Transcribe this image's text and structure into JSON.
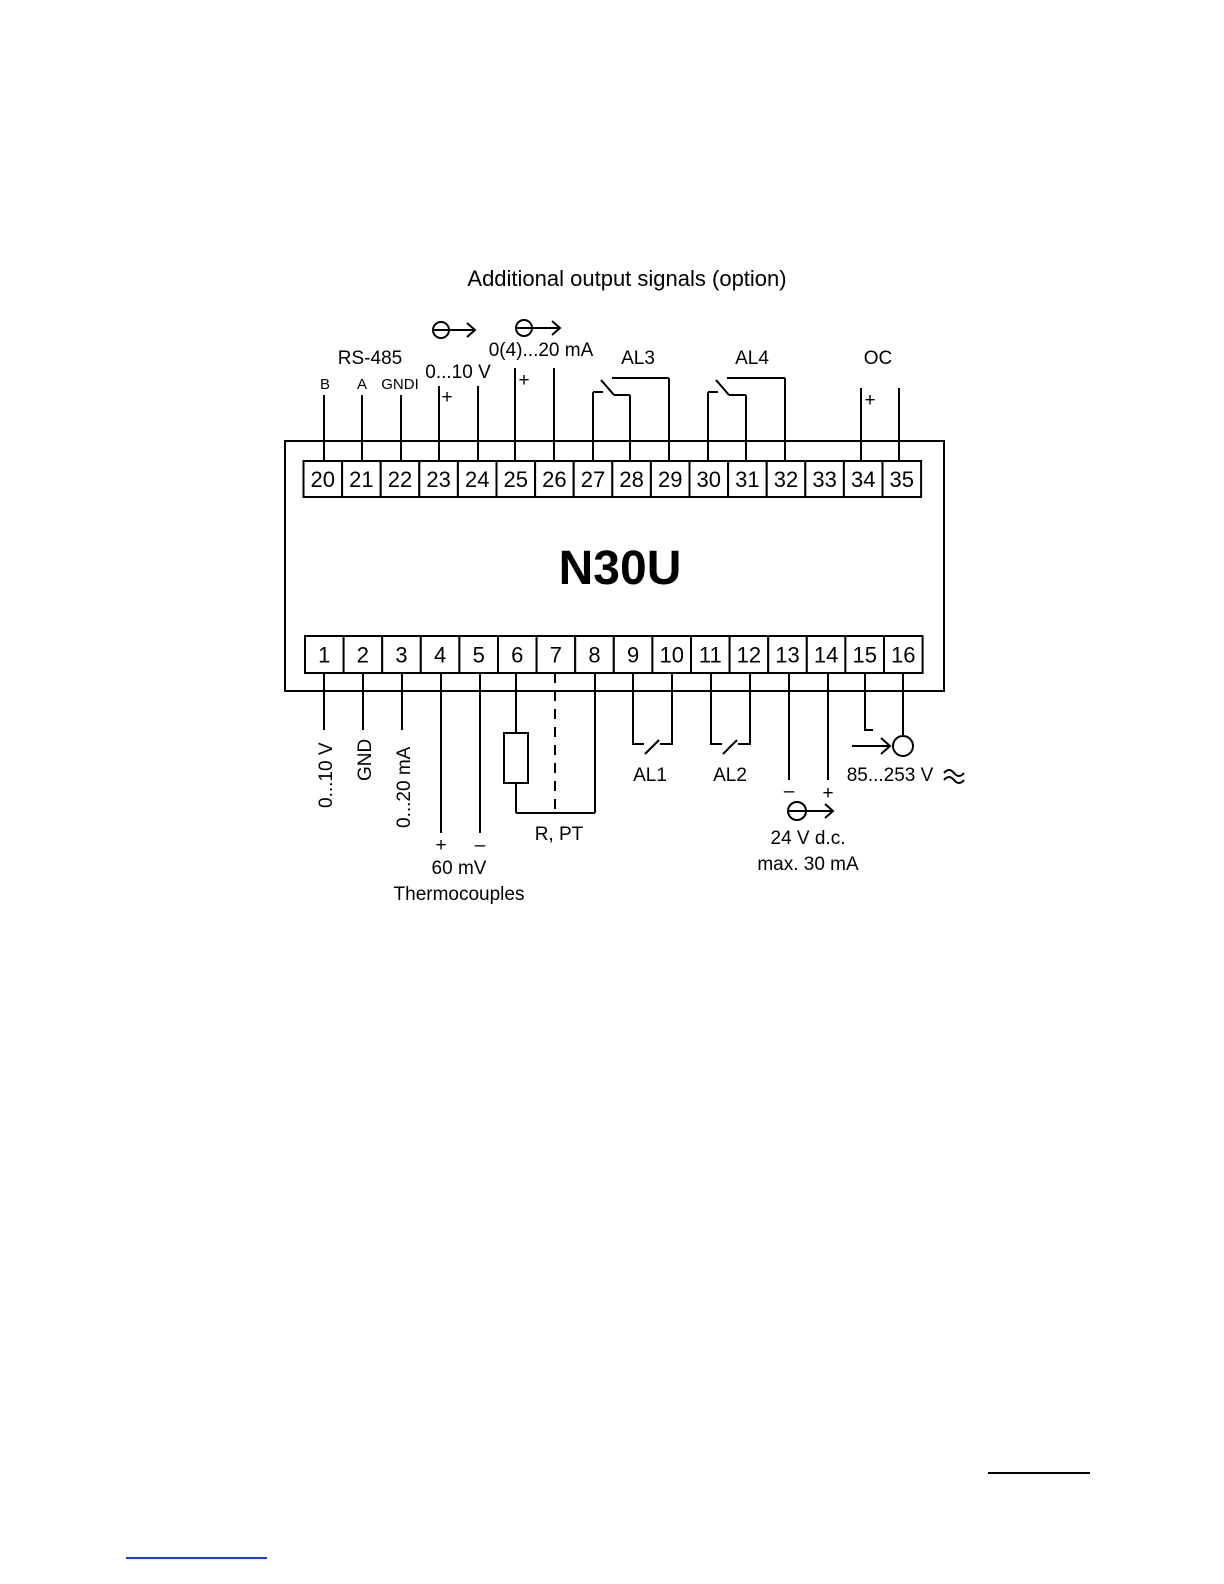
{
  "title": "Additional output signals (option)",
  "model": "N30U",
  "top_terminals": [
    "20",
    "21",
    "22",
    "23",
    "24",
    "25",
    "26",
    "27",
    "28",
    "29",
    "30",
    "31",
    "32",
    "33",
    "34",
    "35"
  ],
  "bottom_terminals": [
    "1",
    "2",
    "3",
    "4",
    "5",
    "6",
    "7",
    "8",
    "9",
    "10",
    "11",
    "12",
    "13",
    "14",
    "15",
    "16"
  ],
  "top_labels": {
    "rs485": "RS-485",
    "b": "B",
    "a": "A",
    "gndi": "GNDI",
    "v010": "0...10 V",
    "ma020": "0(4)...20 mA",
    "al3": "AL3",
    "al4": "AL4",
    "oc": "OC",
    "plus": "+"
  },
  "bottom_labels": {
    "v010": "0...10 V",
    "gnd": "GND",
    "ma020": "0...20 mA",
    "plus": "+",
    "minus": "–",
    "mv60": "60 mV",
    "thermocouples": "Thermocouples",
    "rpt": "R, PT",
    "al1": "AL1",
    "al2": "AL2",
    "supply24": "24 V d.c.",
    "max30": "max. 30 mA",
    "mains": "85...253 V"
  },
  "colors": {
    "link_blue": "#1a3fd1",
    "ink": "#000000"
  }
}
